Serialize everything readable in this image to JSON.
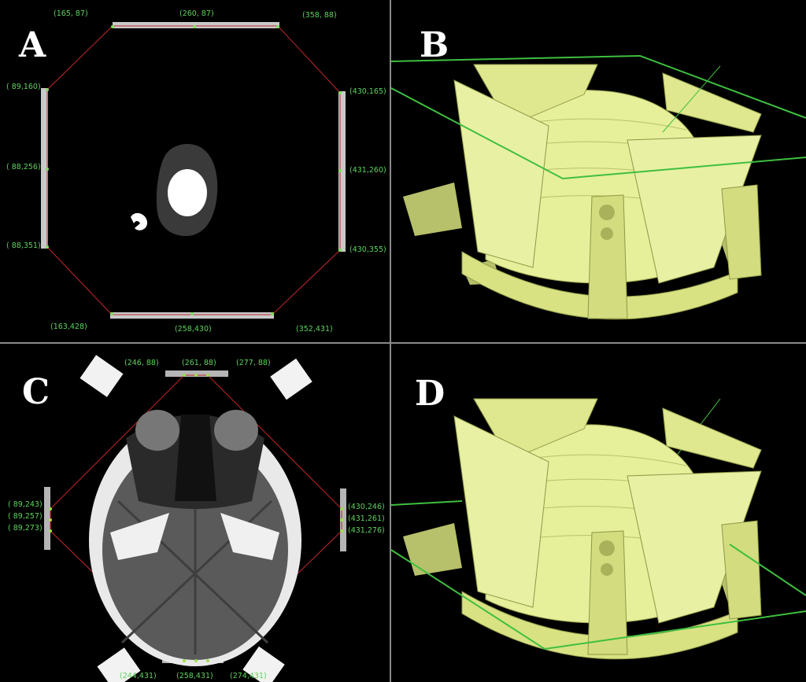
{
  "panels": {
    "A": {
      "letter": "A",
      "coords": {
        "top_left": "(165, 87)",
        "top_mid": "(260, 87)",
        "top_right": "(358, 88)",
        "left_top": "( 89,160)",
        "left_mid": "( 88,256)",
        "left_bot": "( 88,351)",
        "right_top": "(430,165)",
        "right_mid": "(431,260)",
        "right_bot": "(430,355)",
        "bot_left": "(163,428)",
        "bot_mid": "(258,430)",
        "bot_right": "(352,431)"
      }
    },
    "B": {
      "letter": "B"
    },
    "C": {
      "letter": "C",
      "coords": {
        "top_left": "(246, 88)",
        "top_mid": "(261, 88)",
        "top_right": "(277, 88)",
        "left_top": "( 89,243)",
        "left_mid": "( 89,257)",
        "left_bot": "( 89,273)",
        "right_top": "(430,246)",
        "right_mid": "(431,261)",
        "right_bot": "(431,276)",
        "bot_left": "(244,431)",
        "bot_mid": "(258,431)",
        "bot_right": "(274,431)"
      }
    },
    "D": {
      "letter": "D"
    }
  },
  "colors": {
    "background": "#000000",
    "coord_text": "#5dd35d",
    "red_line": "#c0282d",
    "plane_line": "#3fbf3f",
    "render_yellow": "#e6ef9a"
  }
}
